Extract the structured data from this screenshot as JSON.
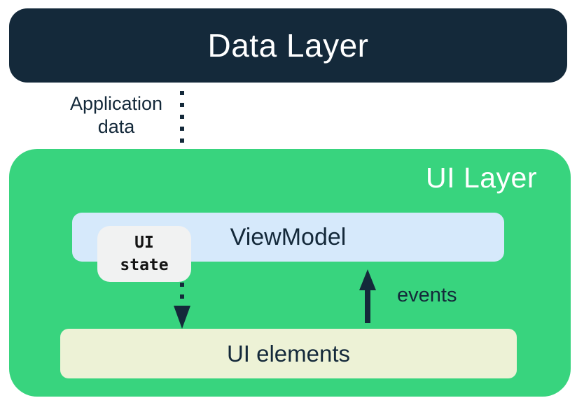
{
  "colors": {
    "navy": "#14293A",
    "green": "#38D47E",
    "light-blue": "#D6E9FB",
    "cream": "#EDF2D6",
    "state-gray": "#F1F2F2",
    "white": "#FFFFFF"
  },
  "data_layer": {
    "label": "Data Layer"
  },
  "ui_layer": {
    "label": "UI Layer",
    "viewmodel_label": "ViewModel",
    "ui_state_label": "UI\nstate",
    "ui_elements_label": "UI elements"
  },
  "arrows": {
    "application_data": {
      "label": "Application\ndata",
      "style": "dotted",
      "direction": "down"
    },
    "ui_state_flow": {
      "style": "dotted",
      "direction": "down"
    },
    "events": {
      "label": "events",
      "style": "solid",
      "direction": "up"
    }
  }
}
